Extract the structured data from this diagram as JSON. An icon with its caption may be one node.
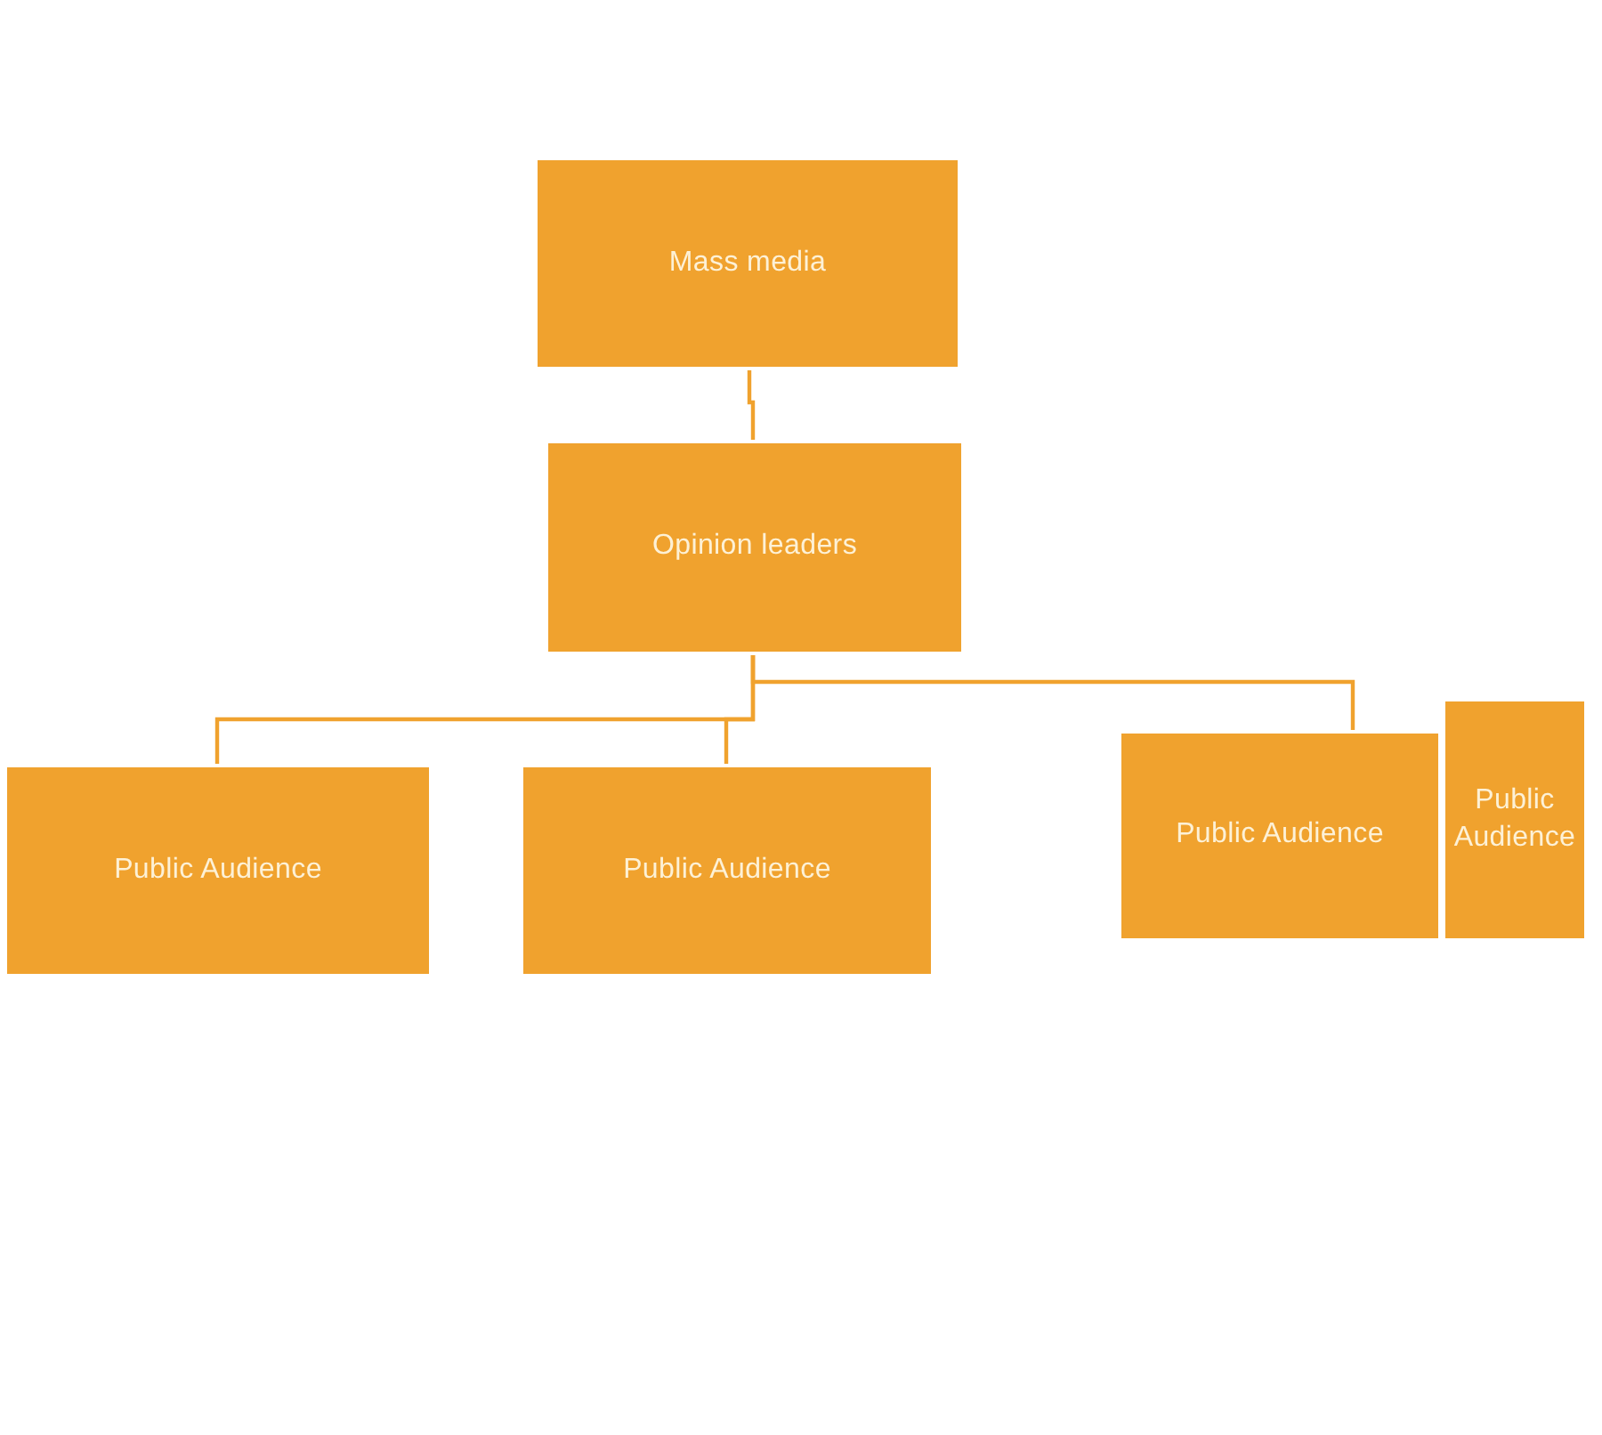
{
  "diagram": {
    "nodes": [
      {
        "text": [
          "Mass media"
        ]
      },
      {
        "text": [
          "Opinion leaders"
        ]
      },
      {
        "text": [
          "Public Audience"
        ]
      },
      {
        "text": [
          "Public Audience"
        ]
      },
      {
        "text": [
          "Public Audience"
        ]
      },
      {
        "text": [
          "Public Audience"
        ]
      }
    ],
    "edges": [
      {
        "from": 0,
        "to": 1,
        "arrow": "none"
      },
      {
        "from": 1,
        "to": 2,
        "arrow": "none"
      },
      {
        "from": 1,
        "to": 3,
        "arrow": "none"
      },
      {
        "from": 1,
        "to": 4,
        "arrow": "none"
      }
    ]
  }
}
